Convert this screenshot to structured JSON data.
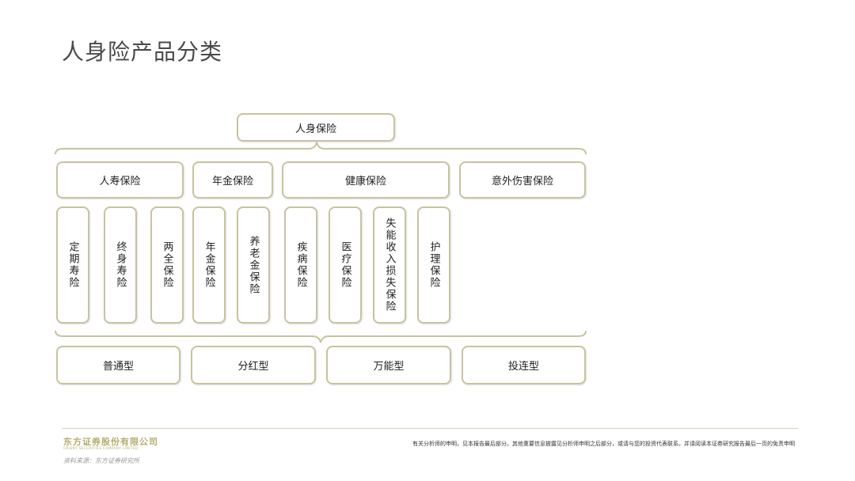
{
  "title": "人身险产品分类",
  "root": "人身保险",
  "categories": [
    "人寿保险",
    "年金保险",
    "健康保险",
    "意外伤害保险"
  ],
  "products": [
    "定期寿险",
    "终身寿险",
    "两全保险",
    "年金保险",
    "养老金保险",
    "疾病保险",
    "医疗保险",
    "失能收入损失保险",
    "护理保险"
  ],
  "types": [
    "普通型",
    "分红型",
    "万能型",
    "投连型"
  ],
  "footer": {
    "company_cn": "东方证券股份有限公司",
    "company_en": "ORIENT SECURITIES COMPANY LIMITED",
    "disclaimer": "有关分析师的申明，见本报告最后部分。其他重要信息披露见分析师申明之后部分，或请与您的投资代表联系。并请阅读本证券研究报告最后一页的免责申明",
    "source": "资料来源：东方证券研究所"
  },
  "colors": {
    "border": "#c7c3a0",
    "brace": "#c7c3a0",
    "accent": "#b5ad6e"
  }
}
